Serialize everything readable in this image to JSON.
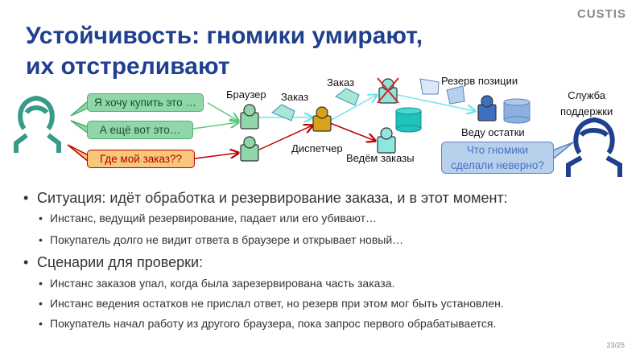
{
  "logo": "CUSTIS",
  "title_line1": "Устойчивость: гномики умирают,",
  "title_line2": "их отстреливают",
  "diagram": {
    "bubble1": "Я хочу купить это …",
    "bubble2": "А ещё вот это…",
    "bubble3": "Где мой заказ??",
    "browser": "Браузер",
    "order1": "Заказ",
    "order2": "Заказ",
    "dispatcher": "Диспетчер",
    "orders_keeper": "Ведём заказы",
    "reserve": "Резерв позиции",
    "stock_keeper": "Веду остатки",
    "support_line1": "Служба",
    "support_line2": "поддержки",
    "support_q1": "Что гномики",
    "support_q2": "сделали неверно?"
  },
  "bullets": [
    {
      "text": "Ситуация: идёт обработка и резервирование заказа, и в этот момент:",
      "sub": [
        "Инстанс, ведущий резервирование, падает или его убивают…",
        "Покупатель долго не видит ответа в браузере и открывает новый…"
      ]
    },
    {
      "text": "Сценарии для проверки:",
      "sub": [
        "Инстанс заказов упал, когда была зарезервирована часть заказа.",
        "Инстанс ведения остатков не прислал ответ, но резерв при этом мог быть установлен.",
        "Покупатель начал работу из другого браузера, пока запрос первого обрабатывается."
      ]
    }
  ],
  "page": "23/25"
}
